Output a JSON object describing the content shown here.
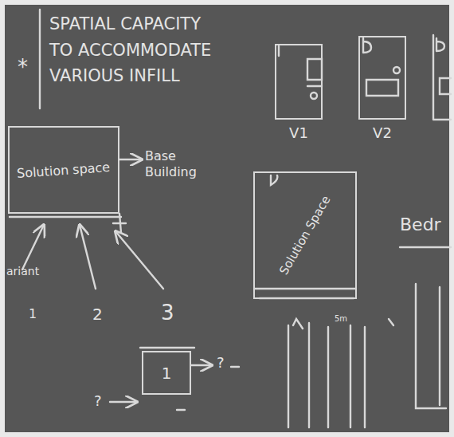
{
  "diagram": {
    "nodes": [
      {
        "text": [
          "Solution space"
        ]
      },
      {
        "text": [
          "V1"
        ]
      },
      {
        "text": [
          "V2"
        ]
      },
      {
        "text": [
          "Solution Space"
        ]
      },
      {
        "text": [
          "1"
        ]
      }
    ],
    "labels": [
      "*",
      "SPATIAL CAPACITY TO ACCOMMODATE VARIOUS INFILL",
      "Base Building",
      "ariant",
      "1",
      "2",
      "3",
      "Bedr",
      "5m",
      "?",
      "?"
    ]
  }
}
